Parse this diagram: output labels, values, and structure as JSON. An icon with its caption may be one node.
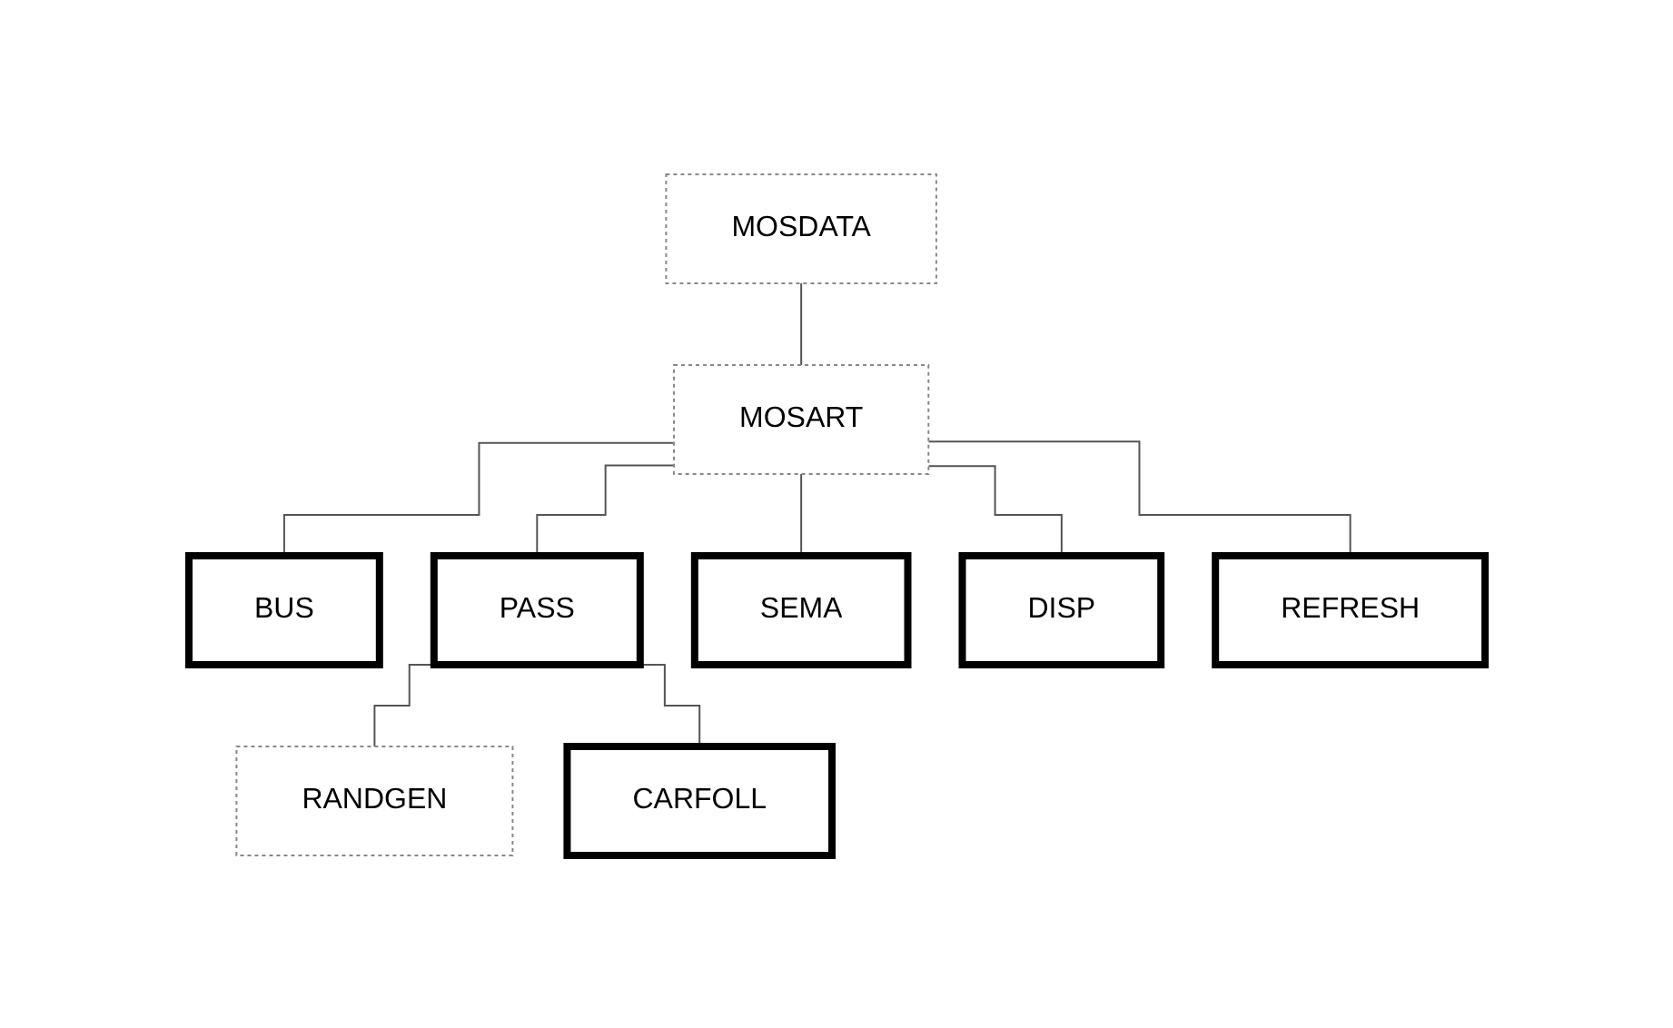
{
  "diagram": {
    "nodes": [
      {
        "text": [
          "MOSDATA"
        ]
      },
      {
        "text": [
          "MOSART"
        ]
      },
      {
        "text": [
          "BUS"
        ]
      },
      {
        "text": [
          "PASS"
        ]
      },
      {
        "text": [
          "SEMA"
        ]
      },
      {
        "text": [
          "DISP"
        ]
      },
      {
        "text": [
          "REFRESH"
        ]
      },
      {
        "text": [
          "RANDGEN"
        ]
      },
      {
        "text": [
          "CARFOLL"
        ]
      }
    ],
    "edges": [
      {
        "from": 0,
        "to": 1,
        "arrow": "none"
      },
      {
        "from": 1,
        "to": 2,
        "arrow": "none"
      },
      {
        "from": 1,
        "to": 3,
        "arrow": "none"
      },
      {
        "from": 1,
        "to": 4,
        "arrow": "none"
      },
      {
        "from": 1,
        "to": 5,
        "arrow": "none"
      },
      {
        "from": 1,
        "to": 6,
        "arrow": "none"
      },
      {
        "from": 3,
        "to": 7,
        "arrow": "none"
      },
      {
        "from": 3,
        "to": 8,
        "arrow": "none"
      }
    ]
  }
}
